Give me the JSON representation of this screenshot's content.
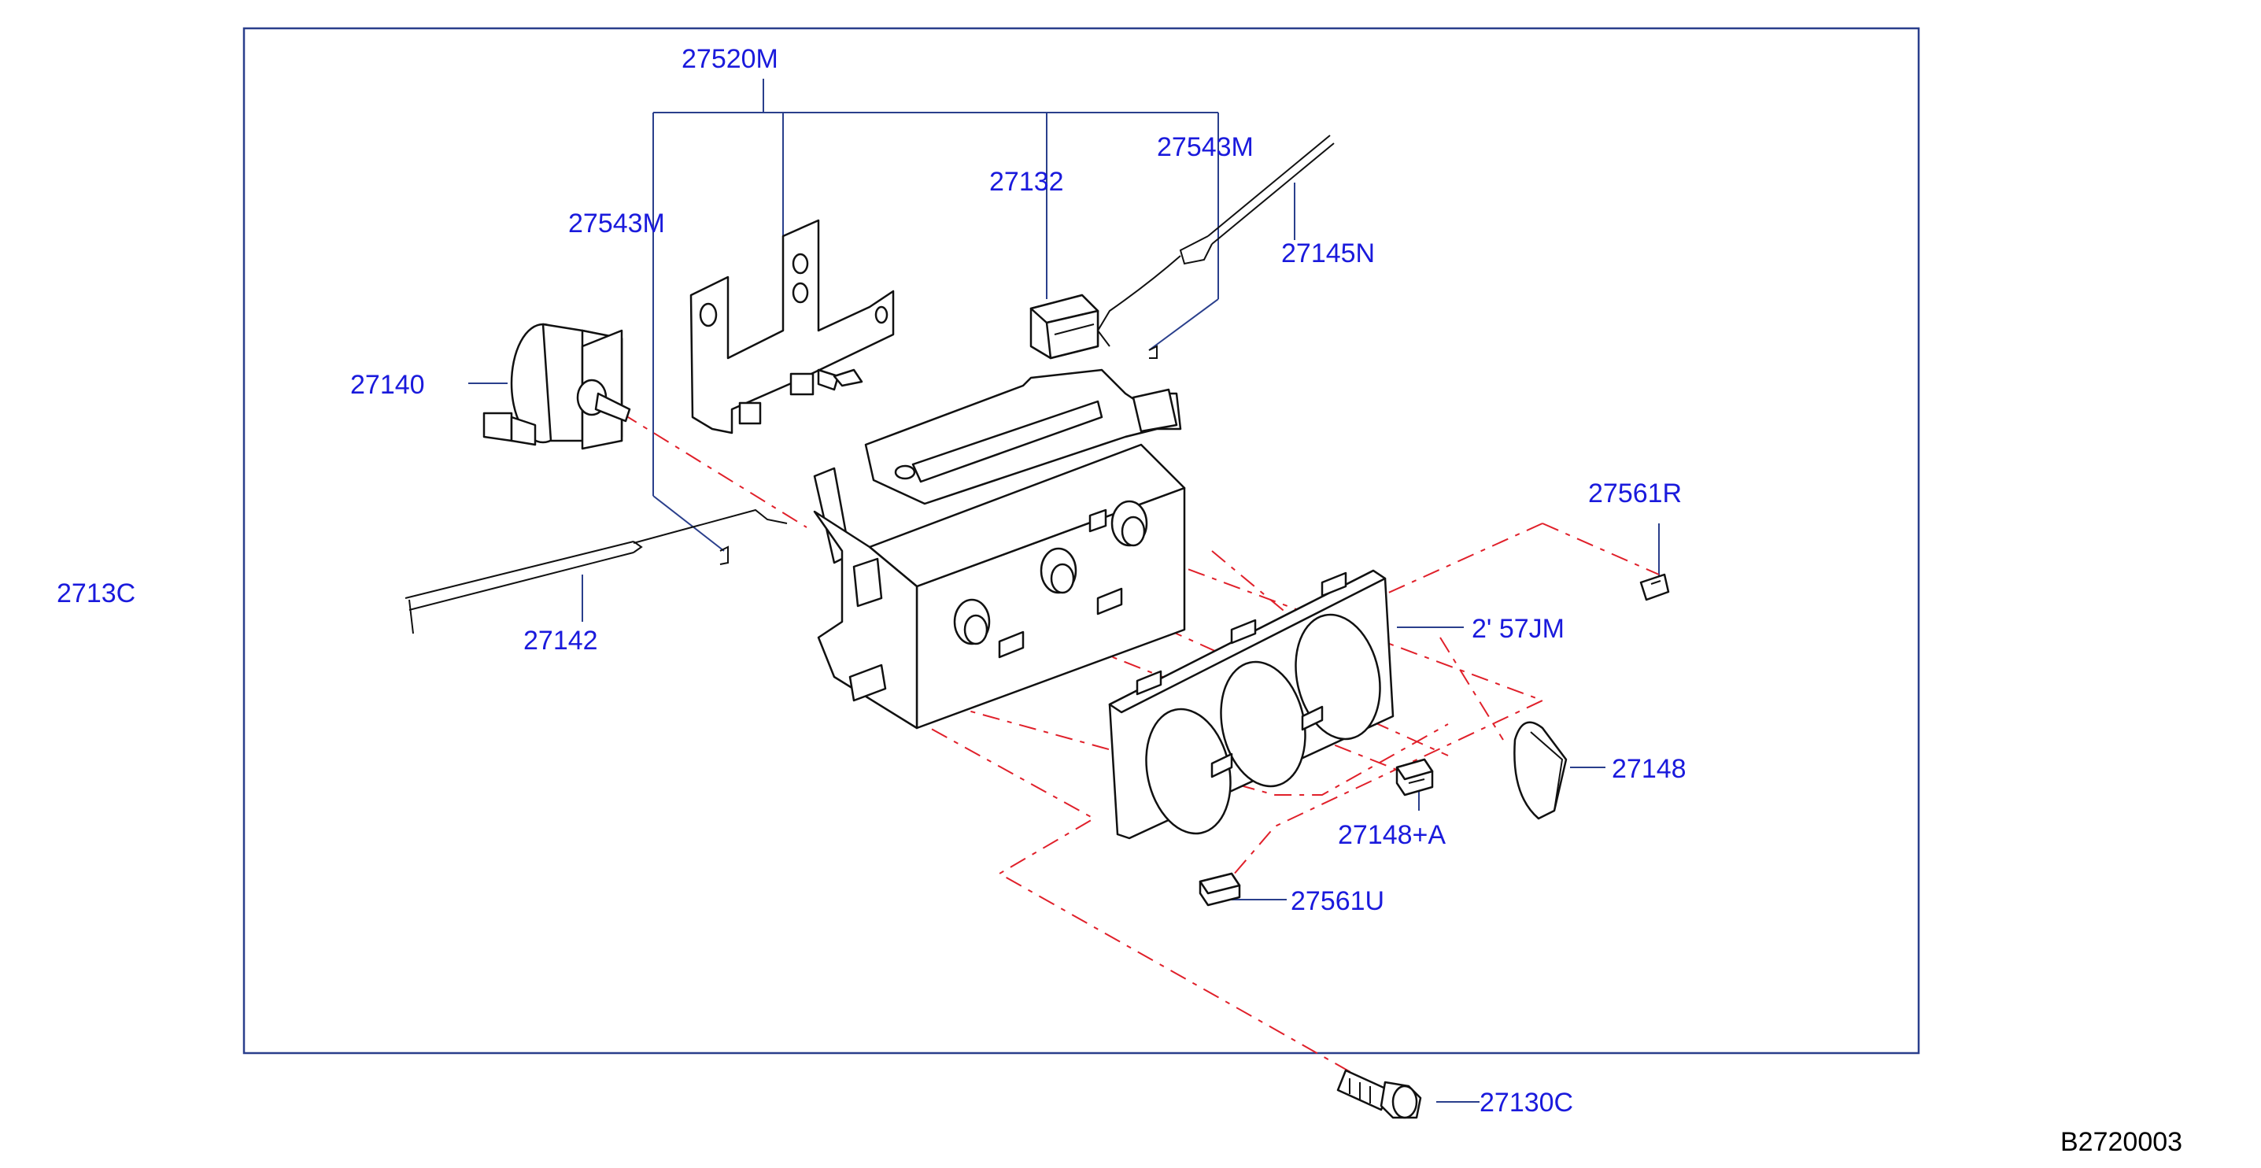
{
  "colors": {
    "label": "#1a1adc",
    "leader": "#2a3f8c",
    "dash": "#e0202a",
    "line_art": "#111111",
    "background": "#ffffff"
  },
  "labels": {
    "p27520M": "27520M",
    "p27543M_left": "27543M",
    "p27132": "27132",
    "p27543M_right": "27543M",
    "p27145N": "27145N",
    "p27140": "27140",
    "p27130": "2713C",
    "p27142": "27142",
    "p27561R": "27561R",
    "p2757M": "2' 57JM",
    "p27148": "27148",
    "p27148A": "27148+A",
    "p27561U": "27561U",
    "p27130C": "27130C"
  },
  "diagram_code": "B2720003"
}
